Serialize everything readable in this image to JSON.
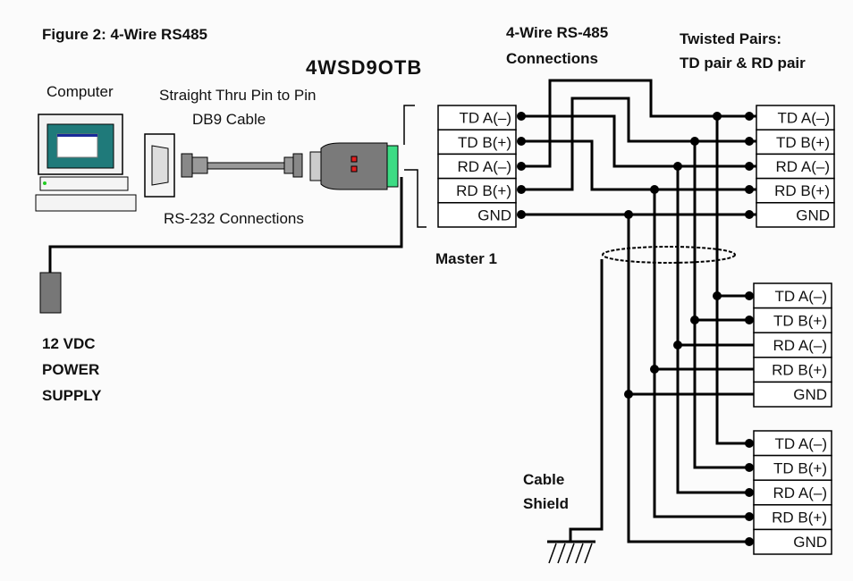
{
  "title": "Figure 2:  4-Wire RS485",
  "device_name": "4WSD9OTB",
  "computer_label": "Computer",
  "cable_label_line1": "Straight Thru Pin to Pin",
  "cable_label_line2": "DB9 Cable",
  "rs232_label": "RS-232 Connections",
  "rs485_label_line1": "4-Wire RS-485",
  "rs485_label_line2": "Connections",
  "twisted_label_line1": "Twisted Pairs:",
  "twisted_label_line2": "TD pair & RD pair",
  "master_label": "Master 1",
  "power_label": [
    "12 VDC",
    "POWER",
    "SUPPLY"
  ],
  "shield_label": [
    "Cable",
    "Shield"
  ],
  "terminals": [
    "TD A(–)",
    "TD B(+)",
    "RD A(–)",
    "RD B(+)",
    "GND"
  ],
  "colors": {
    "screen": "#1f7a7a",
    "converter": "#7a7a7a",
    "terminal_block": "#3ddc84",
    "led": "#e02020",
    "power_supply": "#777777"
  }
}
